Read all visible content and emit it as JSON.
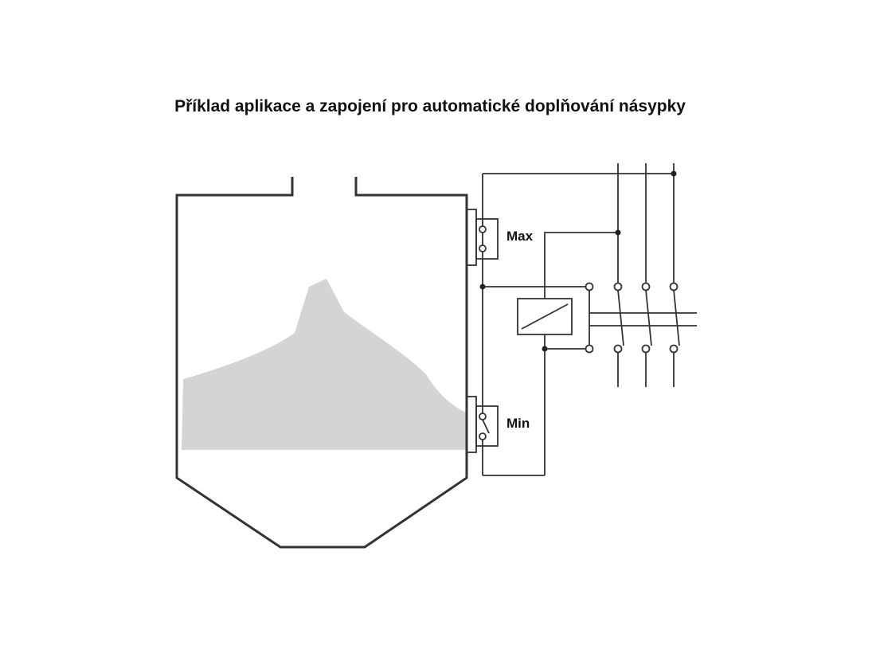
{
  "title": "Příklad aplikace a zapojení pro automatické doplňování násypky",
  "labels": {
    "max": "Max",
    "min": "Min"
  },
  "colors": {
    "line": "#333333",
    "material": "#d4d4d4",
    "text": "#111111"
  }
}
